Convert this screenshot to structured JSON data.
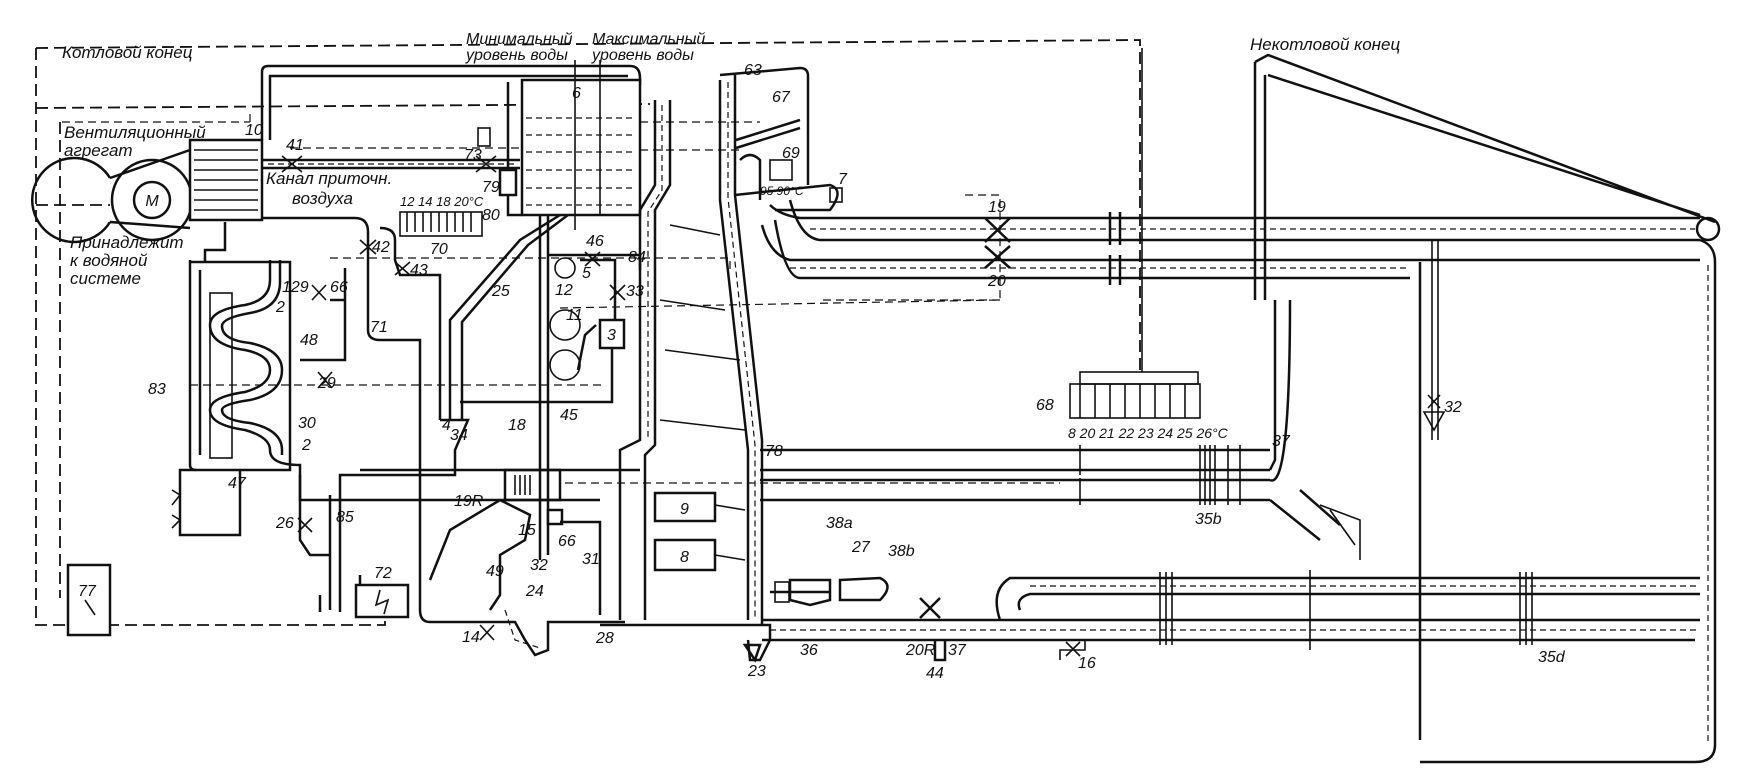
{
  "regions": {
    "boiler_end": "Котловой конец",
    "non_boiler_end": "Некотловой конец"
  },
  "annotations": {
    "min_level_1": "Минимальный",
    "min_level_2": "уровень воды",
    "max_level_1": "Максимальный",
    "max_level_2": "уровень воды",
    "vent_unit_1": "Вентиляционный",
    "vent_unit_2": "агрегат",
    "air_channel_1": "Канал приточн.",
    "air_channel_2": "воздуха",
    "belongs_1": "Принадлежит",
    "belongs_2": "к водяной",
    "belongs_3": "системе",
    "motor": "M",
    "scale_70": "12 14 18 20°C",
    "scale_68": "8 20 21 22 23 24 25 26°C",
    "temp_69": "95 90°C"
  },
  "labels": {
    "n10": "10",
    "n41": "41",
    "n73": "73",
    "n70": "70",
    "n79": "79",
    "n80": "80",
    "n6": "6",
    "n63": "63",
    "n67": "67",
    "n69": "69",
    "n7": "7",
    "n19": "19",
    "n20": "20",
    "n42": "42",
    "n43": "43",
    "n46": "46",
    "n84": "84",
    "n129": "129",
    "n66a": "66",
    "n2a": "2",
    "n71": "71",
    "n25": "25",
    "n5": "5",
    "n12": "12",
    "n33": "33",
    "n11": "11",
    "n3": "3",
    "n48": "48",
    "n83": "83",
    "n29": "29",
    "n4": "4",
    "n18": "18",
    "n45": "45",
    "n30": "30",
    "n2b": "2",
    "n34": "34",
    "n78": "78",
    "n37a": "37",
    "n32a": "32",
    "n68": "68",
    "n19R": "19R",
    "n47": "47",
    "n85": "85",
    "n26": "26",
    "n15": "15",
    "n32b": "32",
    "n66b": "66",
    "n31": "31",
    "n9": "9",
    "n8": "8",
    "n38a": "38a",
    "n27": "27",
    "n38b": "38b",
    "n35b": "35b",
    "n49": "49",
    "n24": "24",
    "n72": "72",
    "n77": "77",
    "n14": "14",
    "n28": "28",
    "n23": "23",
    "n36": "36",
    "n20R": "20R",
    "n37b": "37",
    "n44": "44",
    "n16": "16",
    "n35d": "35d"
  }
}
